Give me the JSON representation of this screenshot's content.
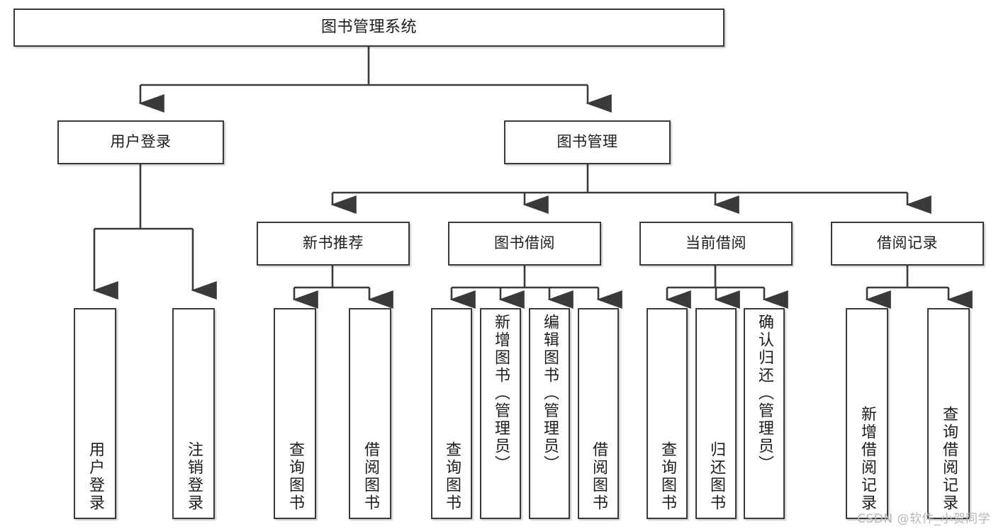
{
  "diagram": {
    "title": "图书管理系统",
    "type": "hierarchy-tree",
    "colors": {
      "box_border": "#3a3a3a",
      "box_fill": "#ffffff",
      "connector": "#3a3a3a",
      "text": "#1d1d1d",
      "watermark": "#b6b6b6",
      "background": "#ffffff"
    },
    "root": {
      "id": "root",
      "label": "图书管理系统"
    },
    "level2": [
      {
        "id": "user-login",
        "label": "用户登录"
      },
      {
        "id": "book-manage",
        "label": "图书管理"
      }
    ],
    "level3": [
      {
        "id": "new-book-rec",
        "label": "新书推荐",
        "parent": "book-manage"
      },
      {
        "id": "book-borrow",
        "label": "图书借阅",
        "parent": "book-manage"
      },
      {
        "id": "current-borrow",
        "label": "当前借阅",
        "parent": "book-manage"
      },
      {
        "id": "borrow-record",
        "label": "借阅记录",
        "parent": "book-manage"
      }
    ],
    "leaves": {
      "user-login": [
        {
          "id": "leaf-user-login",
          "label": "用户登录"
        },
        {
          "id": "leaf-logout",
          "label": "注销登录"
        }
      ],
      "new-book-rec": [
        {
          "id": "leaf-query-book-1",
          "label": "查询图书"
        },
        {
          "id": "leaf-borrow-book-1",
          "label": "借阅图书"
        }
      ],
      "book-borrow": [
        {
          "id": "leaf-query-book-2",
          "label": "查询图书"
        },
        {
          "id": "leaf-add-book",
          "label": "新增图书（管理员）"
        },
        {
          "id": "leaf-edit-book",
          "label": "编辑图书（管理员）"
        },
        {
          "id": "leaf-borrow-book-2",
          "label": "借阅图书"
        }
      ],
      "current-borrow": [
        {
          "id": "leaf-query-book-3",
          "label": "查询图书"
        },
        {
          "id": "leaf-return-book",
          "label": "归还图书"
        },
        {
          "id": "leaf-confirm-return",
          "label": "确认归还（管理员）"
        }
      ],
      "borrow-record": [
        {
          "id": "leaf-add-record",
          "label": "新增借阅记录"
        },
        {
          "id": "leaf-query-record",
          "label": "查询借阅记录"
        }
      ]
    }
  },
  "watermark": {
    "text": "CSDN @软件_小贺同学"
  }
}
